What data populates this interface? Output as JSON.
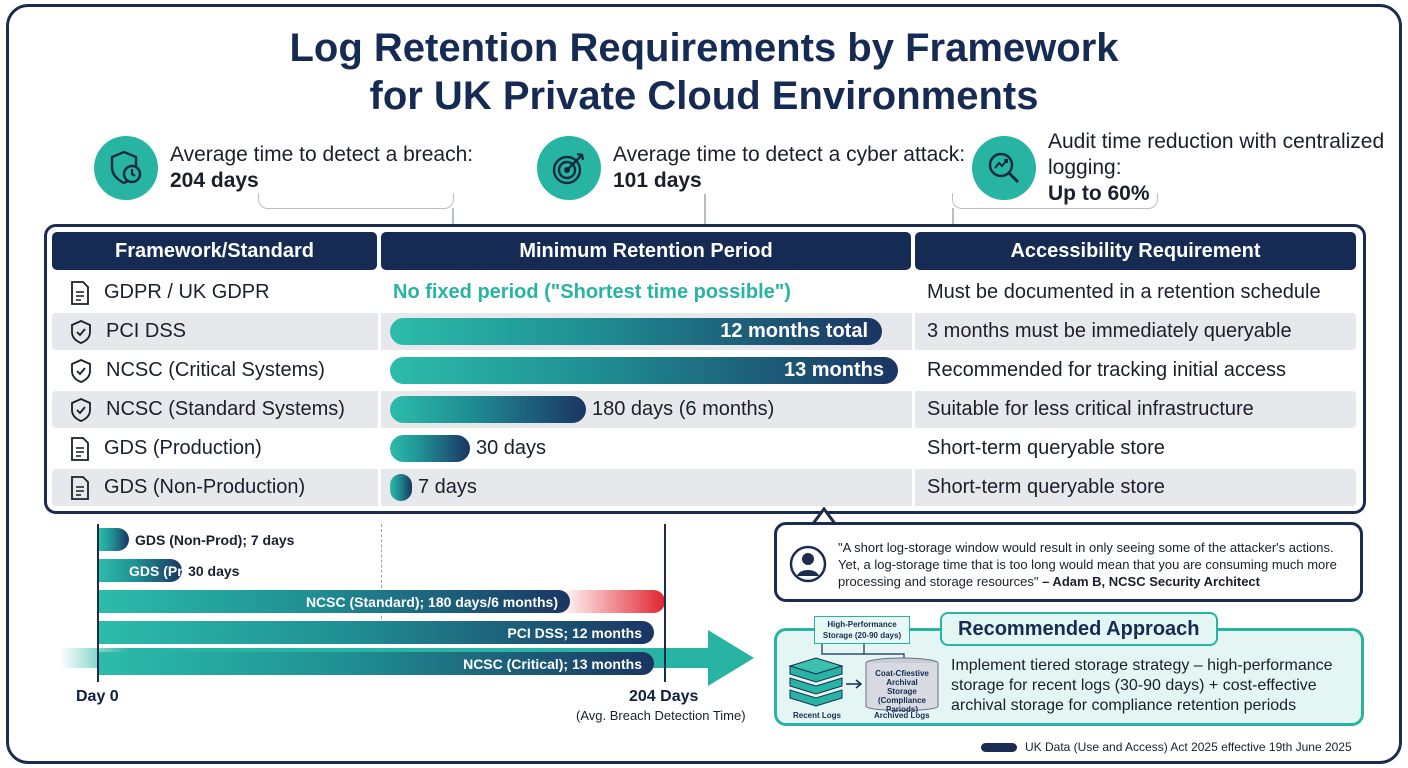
{
  "title_line1": "Log Retention Requirements by Framework",
  "title_line2": "for UK Private Cloud Environments",
  "stats": [
    {
      "icon": "shield-clock-icon",
      "text": "Average time to detect a breach: ",
      "value": "204 days"
    },
    {
      "icon": "target-icon",
      "text": "Average time to detect a cyber attack: ",
      "value": "101 days"
    },
    {
      "icon": "magnifier-chart-icon",
      "text": "Audit time reduction with centralized logging: ",
      "value": "Up to 60%"
    }
  ],
  "table": {
    "headers": [
      "Framework/Standard",
      "Minimum Retention Period",
      "Accessibility Requirement"
    ],
    "rows": [
      {
        "framework": "GDPR / UK GDPR",
        "icon": "document-icon",
        "period": "No fixed period (\"Shortest time possible\")",
        "accessibility": "Must be documented in a retention schedule"
      },
      {
        "framework": "PCI DSS",
        "icon": "shield-check-icon",
        "period": "12 months total",
        "accessibility": "3 months must be immediately queryable"
      },
      {
        "framework": "NCSC (Critical Systems)",
        "icon": "shield-check-icon",
        "period": "13 months",
        "accessibility": "Recommended for tracking initial access"
      },
      {
        "framework": "NCSC (Standard Systems)",
        "icon": "shield-check-icon",
        "period": "180 days (6 months)",
        "accessibility": "Suitable for less critical infrastructure"
      },
      {
        "framework": "GDS (Production)",
        "icon": "document-icon",
        "period": "30 days",
        "accessibility": "Short-term queryable store"
      },
      {
        "framework": "GDS (Non-Production)",
        "icon": "document-icon",
        "period": "7 days",
        "accessibility": "Short-term queryable store"
      }
    ]
  },
  "chart_data": {
    "type": "bar",
    "orientation": "horizontal",
    "categories": [
      "GDS (Non-Prod)",
      "GDS (Prod)",
      "NCSC (Standard)",
      "PCI DSS",
      "NCSC (Critical)"
    ],
    "labels": [
      "GDS (Non-Prod); 7 days",
      "GDS (Prod)",
      "NCSC (Standard); 180 days/6 months)",
      "PCI DSS; 12 months",
      "NCSC (Critical); 13 months"
    ],
    "label_suffix_prod": "30 days",
    "values_days": [
      7,
      30,
      180,
      365,
      395
    ],
    "reference_days": 204,
    "axis_start_label": "Day 0",
    "axis_end_label": "204 Days",
    "axis_end_sublabel": "(Avg. Breach Detection Time)"
  },
  "quote": {
    "text": "\"A short log-storage window would result in only seeing some of the attacker's actions. Yet, a log-storage time that is too long would mean that you are consuming much more processing and storage resources\"",
    "attribution": " – Adam B, NCSC Security Architect"
  },
  "recommended": {
    "title": "Recommended Approach",
    "text": "Implement tiered storage strategy – high-performance storage for recent logs (30-90 days) + cost-effective archival storage for compliance retention periods",
    "hp_label": "High-Performance Storage (20-90 days)",
    "archive_label": "Coat-Cfiestive Archival Storage (Compliance Pariods)",
    "recent_logs": "Recent Logs",
    "archived_logs": "Archived Logs"
  },
  "legend_text": "UK Data (Use and Access) Act 2025 effective 19th June 2025",
  "colors": {
    "navy": "#162b54",
    "teal": "#27b4a2",
    "shade": "#e6e8ec",
    "alert": "#e0242e"
  }
}
